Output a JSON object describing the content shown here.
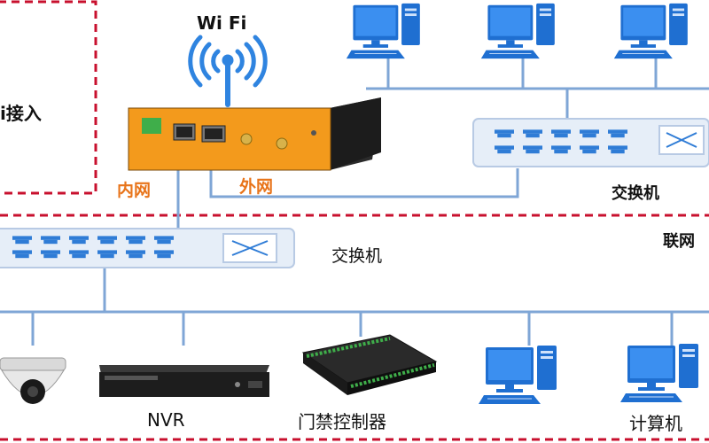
{
  "labels": {
    "wifi_top": "Wi Fi",
    "wifi_access": "i接入",
    "inner_net": "内网",
    "outer_net": "外网",
    "switch_upper": "交换机",
    "internet": "联网",
    "switch_lower": "交换机",
    "nvr": "NVR",
    "access_controller": "门禁控制器",
    "computer": "计算机"
  },
  "colors": {
    "dash_red": "#c8102e",
    "router_orange": "#f39a1c",
    "link_blue": "#7fa6d6",
    "switch_fill": "#e6eef8",
    "port_blue": "#2f7cd6",
    "monitor_blue": "#2f84e0",
    "label_orange": "#e8741a"
  },
  "icons": [
    "wifi-icon",
    "router-icon",
    "switch-icon",
    "computer-icon",
    "dome-camera-icon",
    "nvr-icon",
    "access-controller-icon"
  ]
}
